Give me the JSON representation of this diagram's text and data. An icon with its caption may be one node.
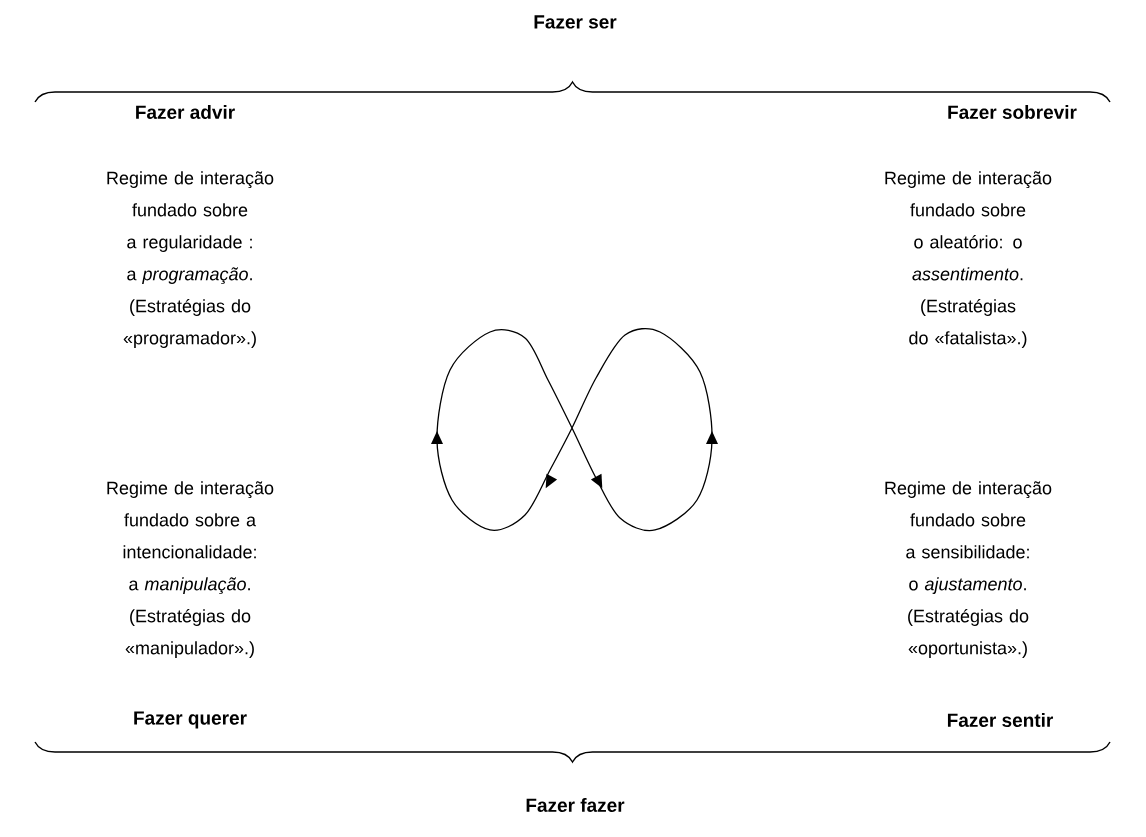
{
  "diagram": {
    "labels": [
      "Fazer ser",
      "Fazer advir",
      "Fazer sobrevir",
      "Regime de interação fundado sobre a regularidade : a *programação*. (Estratégias do «programador».)",
      "Regime de interação fundado sobre o aleatório: o *assentimento*. (Estratégias do «fatalista».)",
      "Regime de interação fundado sobre a intencionalidade: a *manipulação*. (Estratégias do «manipulador».)",
      "Regime de interação fundado sobre a sensibilidade: o *ajustamento*. (Estratégias do «oportunista».)",
      "Fazer querer",
      "Fazer sentir",
      "Fazer fazer"
    ]
  }
}
